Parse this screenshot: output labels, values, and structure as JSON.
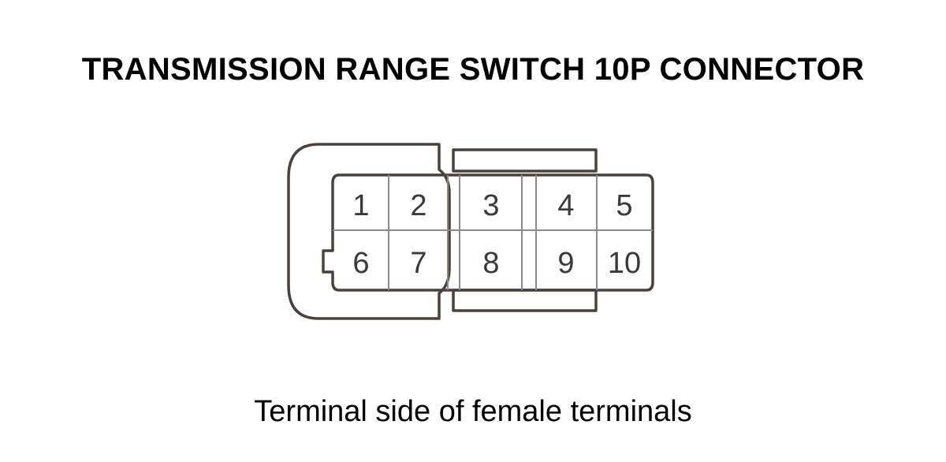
{
  "title": "TRANSMISSION RANGE SWITCH 10P CONNECTOR",
  "caption": "Terminal side of female terminals",
  "connector": {
    "terminals_top": [
      "1",
      "2",
      "3",
      "4",
      "5"
    ],
    "terminals_bottom": [
      "6",
      "7",
      "8",
      "9",
      "10"
    ]
  },
  "colors": {
    "outline": "#4a403c",
    "cavity": "#8a8a8a",
    "text": "#000000"
  }
}
